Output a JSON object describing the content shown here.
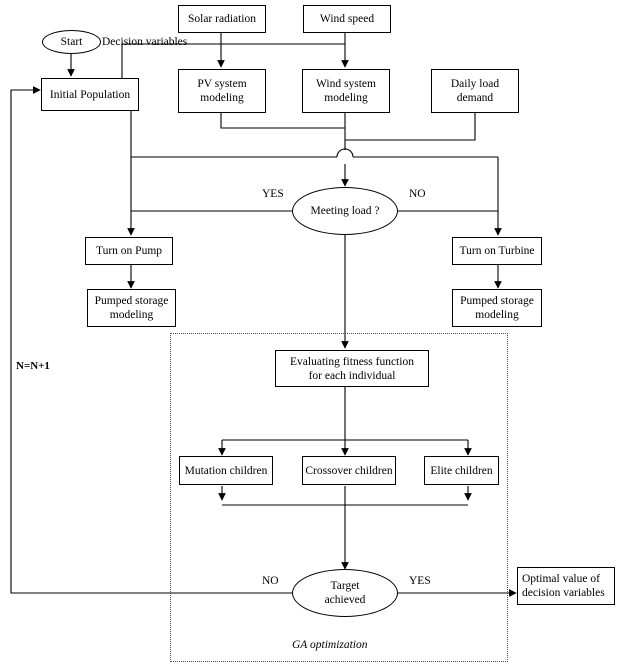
{
  "diagram": {
    "title": "Hybrid renewable energy system GA optimization flowchart",
    "stroke_color": "#000000",
    "dotted_color": "#4d4d4d",
    "background": "#ffffff"
  },
  "nodes": {
    "start": "Start",
    "initial_population": "Initial Population",
    "solar_radiation": "Solar radiation",
    "wind_speed": "Wind speed",
    "pv_system_modeling": "PV system\nmodeling",
    "wind_system_modeling": "Wind system\nmodeling",
    "daily_load_demand": "Daily load\ndemand",
    "meeting_load": "Meeting load ?",
    "turn_on_pump": "Turn on Pump",
    "turn_on_turbine": "Turn on Turbine",
    "pumped_storage_left": "Pumped storage\nmodeling",
    "pumped_storage_right": "Pumped storage\nmodeling",
    "evaluating_fitness": "Evaluating fitness function\nfor each individual",
    "mutation_children": "Mutation children",
    "crossover_children": "Crossover children",
    "elite_children": "Elite children",
    "target_achieved": "Target\nachieved",
    "optimal_value": "Optimal value of\ndecision variables"
  },
  "edge_labels": {
    "decision_variables": "Decision variables",
    "meeting_load_yes": "YES",
    "meeting_load_no": "NO",
    "target_no": "NO",
    "target_yes": "YES",
    "counter_increment": "N=N+1"
  },
  "groups": {
    "ga_optimization": "GA optimization"
  }
}
